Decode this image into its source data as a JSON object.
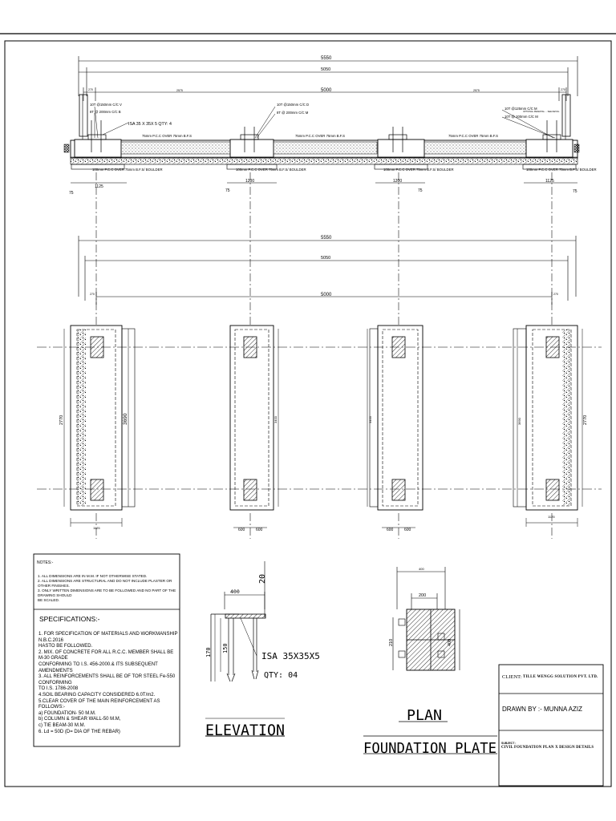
{
  "elevation_top": {
    "dims": {
      "overall": "5550",
      "inner": "5050",
      "span": "5000",
      "left_small": "270",
      "right_small": "270",
      "sub_left": "2575",
      "sub_right": "2575"
    },
    "labels": {
      "rebar_left_1": "10T @150mm C/C V",
      "rebar_left_2": "8T @ 200mm C/C B",
      "isa": "ISA 35 X 35X 5 QTY: 4",
      "rebar_mid_1": "10T @150mm C/C D",
      "rebar_mid_2": "8T @ 200mm C/C M",
      "rebar_right_1": "10T @125mm C/C M",
      "rebar_right_2": "10T @ 200mm C/C M",
      "pcc_1": "75mm P.C.C OVER 75mm B.F.S",
      "pcc_2": "75mm P.C.C OVER 75mm B.F.S",
      "pcc_3": "75mm P.C.C OVER 75mm B.F.S",
      "base_1": "100mm P.C.C OVER 75mm B.F.S/ BOULDER",
      "base_2": "100mm P.C.C OVER 75mm B.F.S/ BOULDER",
      "base_3": "100mm P.C.C OVER 75mm B.F.S/ BOULDER",
      "base_4": "100mm P.C.C OVER 75mm B.F.S/ BOULDER",
      "right_note": "OPTIONAL PEDESTAL ... SEE DETAIL"
    },
    "bottom_dims": [
      "75",
      "1125",
      "75",
      "1200",
      "1200",
      "75",
      "1125",
      "75"
    ]
  },
  "plan": {
    "dims": {
      "overall": "5550",
      "inner": "5050",
      "span": "5000",
      "left_small": "270",
      "right_small": "270"
    },
    "side_dims": {
      "left_outer": "2770",
      "left_inner": "3690",
      "mid_1": "3400",
      "mid_2": "3400",
      "right_inner": "3690",
      "right_outer": "2770"
    },
    "bottom_dims": [
      "1125",
      "600",
      "600",
      "600",
      "600",
      "1125"
    ]
  },
  "notes": {
    "title": "NOTES:-",
    "lines": [
      "1. ALL DIMENSIONS ARE IN M.M. IF NOT OTHERWISE STATED.",
      "2. ALL DIMENSIONS ARE STRUCTURAL AND DO NOT INCLUDE PLASTER OR OTHER FINISHES.",
      "3. ONLY WRITTEN DIMENSIONS ARE TO BE FOLLOWED AND NO PART OF THE DRAWING SHOULD",
      "    BE SCALED."
    ]
  },
  "specifications": {
    "title": "SPECIFICATIONS:-",
    "lines": [
      "1. FOR SPECIFICATION OF MATERIALS AND WORKMANSHIP N.B.C.2016",
      "    HASTO BE FOLLOWED.",
      "2. MIX. OF CONCRETE FOR ALL R.C.C. MEMBER SHALL BE M-30 GRADE",
      "    CONFORMING TO I.S. 456-2000.& ITS SUBSEQUENT AMENDMENTS",
      "3. ALL REINFORCEMENTS SHALL BE OF TOR STEEL Fe-550 CONFORMING",
      "    TO I.S. 1786-2008",
      "4.SOIL BEARING CAPACITY CONSIDERED 6.0T/m2.",
      "5.CLEAR COVER OF THE MAIN REINFORCEMENT AS FOLLOWS:-",
      "a) FOUNDATION- 50 M.M.",
      "b) COLUMN & SHEAR WALL-50 M.M,",
      "c) TIE BEAM-30 M.M.",
      "6. Ld = 50D (D= DIA OF THE REBAR)"
    ]
  },
  "elevation_detail": {
    "dim_top": "400",
    "dim_thk": "20",
    "dim_h1": "170",
    "dim_h2": "150",
    "isa_label": "ISA 35X35X5",
    "qty_label": "QTY: 04",
    "caption": "ELEVATION"
  },
  "plan_detail": {
    "dim_top": "400",
    "dim_inner": "200",
    "dim_left": "210",
    "dim_right": "400",
    "caption": "PLAN",
    "caption_2": "FOUNDATION PLATE"
  },
  "title_block": {
    "client_label": "CLIENT:",
    "client_value": "TILLE WENGG SOLUTION PVT. LTD.",
    "drawn_by": "DRAWN BY :- MUNNA AZIZ",
    "subject_label": "SUBJECT :",
    "subject_value": "CIVIL FOUNDATION PLAN X DESIGN DETAILS"
  }
}
